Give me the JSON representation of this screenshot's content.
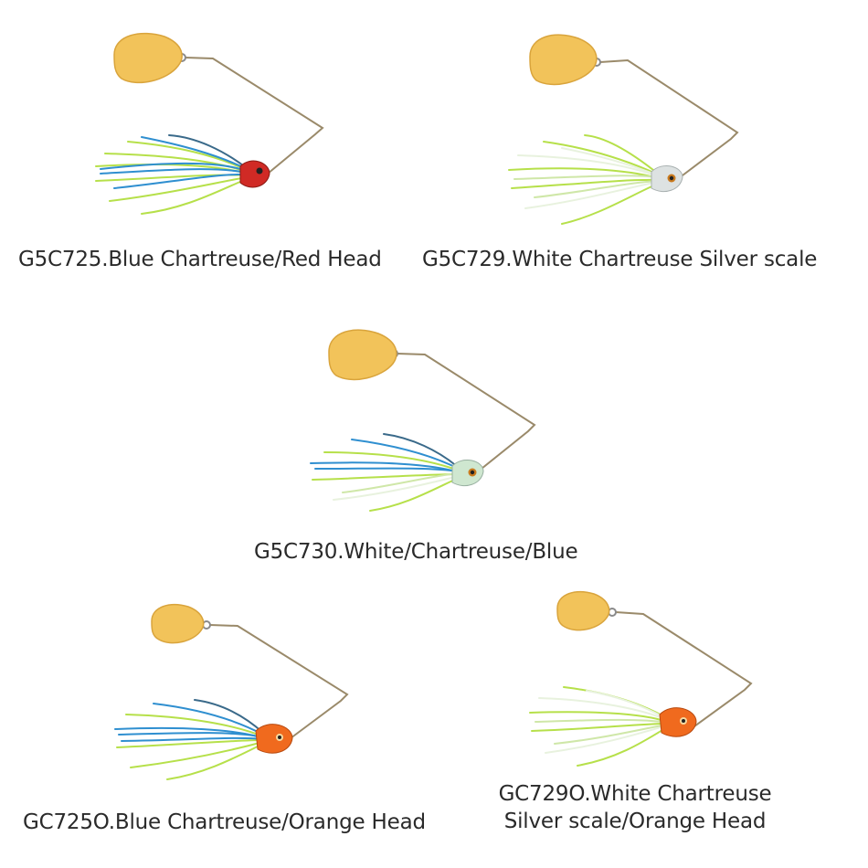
{
  "colors": {
    "background": "#ffffff",
    "blade": "#f2c35a",
    "blade_edge": "#d9a43c",
    "wire": "#9a8a6a",
    "caption": "#2a2a2a",
    "chartreuse": "#b6e04a",
    "blue": "#2f8fd0",
    "white": "#e8f2de",
    "red_head": "#d02a25",
    "silver_head": "#dde2e2",
    "orange_head": "#f06a1e"
  },
  "products": [
    {
      "code": "G5C725",
      "caption": "G5C725.Blue Chartreuse/Red Head",
      "head": "red_head",
      "skirt": [
        "blue",
        "chartreuse"
      ]
    },
    {
      "code": "G5C729",
      "caption": "G5C729.White Chartreuse Silver scale",
      "head": "silver_head",
      "skirt": [
        "white",
        "chartreuse"
      ]
    },
    {
      "code": "G5C730",
      "caption": "G5C730.White/Chartreuse/Blue",
      "head": "silver_head",
      "skirt": [
        "blue",
        "chartreuse",
        "white"
      ]
    },
    {
      "code": "GC725O",
      "caption": "GC725O.Blue Chartreuse/Orange Head",
      "head": "orange_head",
      "skirt": [
        "blue",
        "chartreuse"
      ]
    },
    {
      "code": "GC729O",
      "caption_line1": "GC729O.White Chartreuse",
      "caption_line2": "Silver scale/Orange Head",
      "head": "orange_head",
      "skirt": [
        "white",
        "chartreuse"
      ]
    }
  ]
}
